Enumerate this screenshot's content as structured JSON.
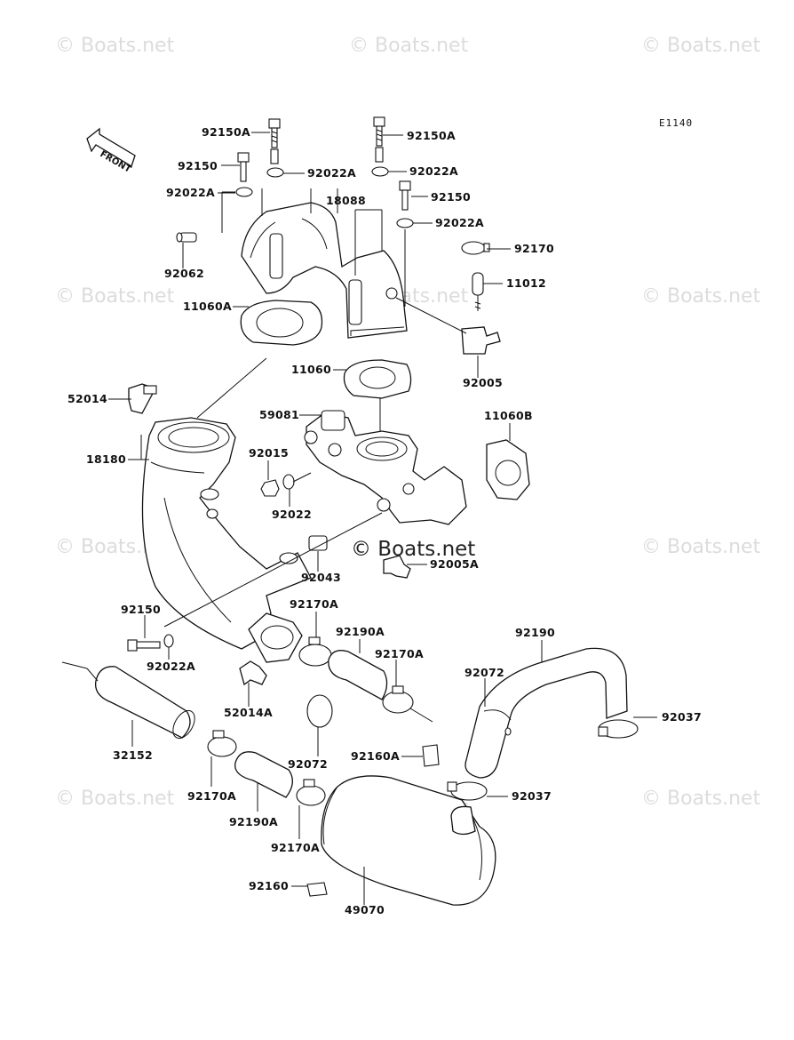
{
  "diagram_code": "E1140",
  "front_arrow": "FRONT",
  "watermark": "© Boats.net",
  "watermark_center": "© Boats.net",
  "labels": {
    "p92150A_l": "92150A",
    "p92150A_r": "92150A",
    "p92150_l": "92150",
    "p92022A_c": "92022A",
    "p92022A_r1": "92022A",
    "p92022A_l": "92022A",
    "p18088": "18088",
    "p92150_r": "92150",
    "p92022A_r2": "92022A",
    "p92062": "92062",
    "p92170": "92170",
    "p11012": "11012",
    "p11060A": "11060A",
    "p92005": "92005",
    "p11060": "11060",
    "p52014": "52014",
    "p59081": "59081",
    "p11060B": "11060B",
    "p18180": "18180",
    "p92015": "92015",
    "p92022": "92022",
    "p92043": "92043",
    "p92005A": "92005A",
    "p92170A_1": "92170A",
    "p92150_b": "92150",
    "p92190A_1": "92190A",
    "p92190": "92190",
    "p92022A_b": "92022A",
    "p92170A_2": "92170A",
    "p92072_r": "92072",
    "p52014A": "52014A",
    "p92037_r": "92037",
    "p32152": "32152",
    "p92072_c": "92072",
    "p92160A": "92160A",
    "p92170A_3": "92170A",
    "p92190A_2": "92190A",
    "p92037_c": "92037",
    "p92170A_4": "92170A",
    "p92160": "92160",
    "p49070": "49070"
  },
  "colors": {
    "ink": "#111111",
    "watermark": "#dcdcdc",
    "background": "#ffffff"
  }
}
